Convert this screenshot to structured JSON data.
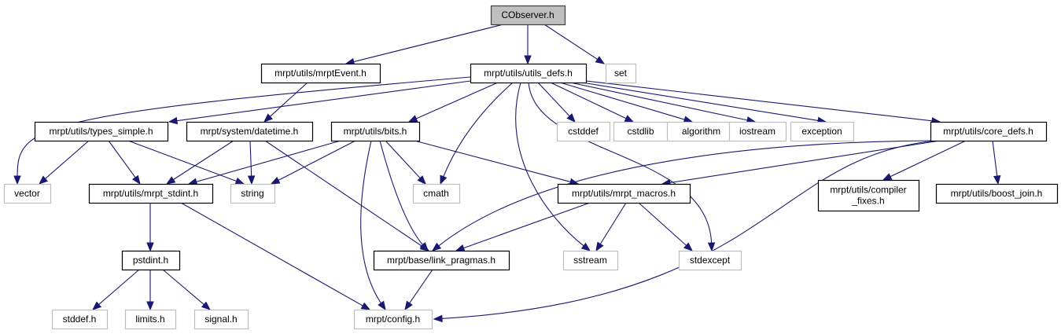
{
  "colors": {
    "edge": "#191970",
    "root_fill": "#bfbfbf",
    "root_stroke": "#404040",
    "local_stroke": "#000000",
    "system_stroke": "#bfbfbf",
    "node_fill": "#ffffff"
  },
  "graph": {
    "root": "CObserver.h",
    "nodes": [
      {
        "id": "cobserver",
        "label": "CObserver.h",
        "kind": "root"
      },
      {
        "id": "mrptevent",
        "label": "mrpt/utils/mrptEvent.h",
        "kind": "local"
      },
      {
        "id": "utils_defs",
        "label": "mrpt/utils/utils_defs.h",
        "kind": "local"
      },
      {
        "id": "set",
        "label": "set",
        "kind": "system"
      },
      {
        "id": "types_simple",
        "label": "mrpt/utils/types_simple.h",
        "kind": "local"
      },
      {
        "id": "datetime",
        "label": "mrpt/system/datetime.h",
        "kind": "local"
      },
      {
        "id": "bits",
        "label": "mrpt/utils/bits.h",
        "kind": "local"
      },
      {
        "id": "cstddef",
        "label": "cstddef",
        "kind": "system"
      },
      {
        "id": "cstdlib",
        "label": "cstdlib",
        "kind": "system"
      },
      {
        "id": "algorithm",
        "label": "algorithm",
        "kind": "system"
      },
      {
        "id": "iostream",
        "label": "iostream",
        "kind": "system"
      },
      {
        "id": "exception",
        "label": "exception",
        "kind": "system"
      },
      {
        "id": "core_defs",
        "label": "mrpt/utils/core_defs.h",
        "kind": "local"
      },
      {
        "id": "vector",
        "label": "vector",
        "kind": "system"
      },
      {
        "id": "mrpt_stdint",
        "label": "mrpt/utils/mrpt_stdint.h",
        "kind": "local"
      },
      {
        "id": "string",
        "label": "string",
        "kind": "system"
      },
      {
        "id": "cmath",
        "label": "cmath",
        "kind": "system"
      },
      {
        "id": "mrpt_macros",
        "label": "mrpt/utils/mrpt_macros.h",
        "kind": "local"
      },
      {
        "id": "compiler_fixes",
        "label": "mrpt/utils/compiler\n_fixes.h",
        "kind": "local"
      },
      {
        "id": "boost_join",
        "label": "mrpt/utils/boost_join.h",
        "kind": "local"
      },
      {
        "id": "pstdint",
        "label": "pstdint.h",
        "kind": "local"
      },
      {
        "id": "link_pragmas",
        "label": "mrpt/base/link_pragmas.h",
        "kind": "local"
      },
      {
        "id": "sstream",
        "label": "sstream",
        "kind": "system"
      },
      {
        "id": "stdexcept",
        "label": "stdexcept",
        "kind": "system"
      },
      {
        "id": "stddef",
        "label": "stddef.h",
        "kind": "system"
      },
      {
        "id": "limits",
        "label": "limits.h",
        "kind": "system"
      },
      {
        "id": "signal",
        "label": "signal.h",
        "kind": "system"
      },
      {
        "id": "config",
        "label": "mrpt/config.h",
        "kind": "system"
      }
    ],
    "edges": [
      [
        "cobserver",
        "mrptevent"
      ],
      [
        "cobserver",
        "utils_defs"
      ],
      [
        "cobserver",
        "set"
      ],
      [
        "mrptevent",
        "datetime"
      ],
      [
        "utils_defs",
        "vector"
      ],
      [
        "utils_defs",
        "types_simple"
      ],
      [
        "utils_defs",
        "bits"
      ],
      [
        "utils_defs",
        "cmath"
      ],
      [
        "utils_defs",
        "sstream"
      ],
      [
        "utils_defs",
        "stdexcept"
      ],
      [
        "utils_defs",
        "cstddef"
      ],
      [
        "utils_defs",
        "cstdlib"
      ],
      [
        "utils_defs",
        "algorithm"
      ],
      [
        "utils_defs",
        "iostream"
      ],
      [
        "utils_defs",
        "exception"
      ],
      [
        "utils_defs",
        "core_defs"
      ],
      [
        "types_simple",
        "vector"
      ],
      [
        "types_simple",
        "mrpt_stdint"
      ],
      [
        "types_simple",
        "string"
      ],
      [
        "datetime",
        "mrpt_stdint"
      ],
      [
        "datetime",
        "string"
      ],
      [
        "datetime",
        "link_pragmas"
      ],
      [
        "bits",
        "mrpt_stdint"
      ],
      [
        "bits",
        "string"
      ],
      [
        "bits",
        "cmath"
      ],
      [
        "bits",
        "mrpt_macros"
      ],
      [
        "bits",
        "link_pragmas"
      ],
      [
        "bits",
        "config"
      ],
      [
        "core_defs",
        "link_pragmas"
      ],
      [
        "core_defs",
        "mrpt_macros"
      ],
      [
        "core_defs",
        "compiler_fixes"
      ],
      [
        "core_defs",
        "boost_join"
      ],
      [
        "core_defs",
        "config"
      ],
      [
        "mrpt_stdint",
        "pstdint"
      ],
      [
        "mrpt_stdint",
        "config"
      ],
      [
        "mrpt_macros",
        "link_pragmas"
      ],
      [
        "mrpt_macros",
        "sstream"
      ],
      [
        "mrpt_macros",
        "stdexcept"
      ],
      [
        "link_pragmas",
        "config"
      ],
      [
        "pstdint",
        "stddef"
      ],
      [
        "pstdint",
        "limits"
      ],
      [
        "pstdint",
        "signal"
      ]
    ]
  }
}
